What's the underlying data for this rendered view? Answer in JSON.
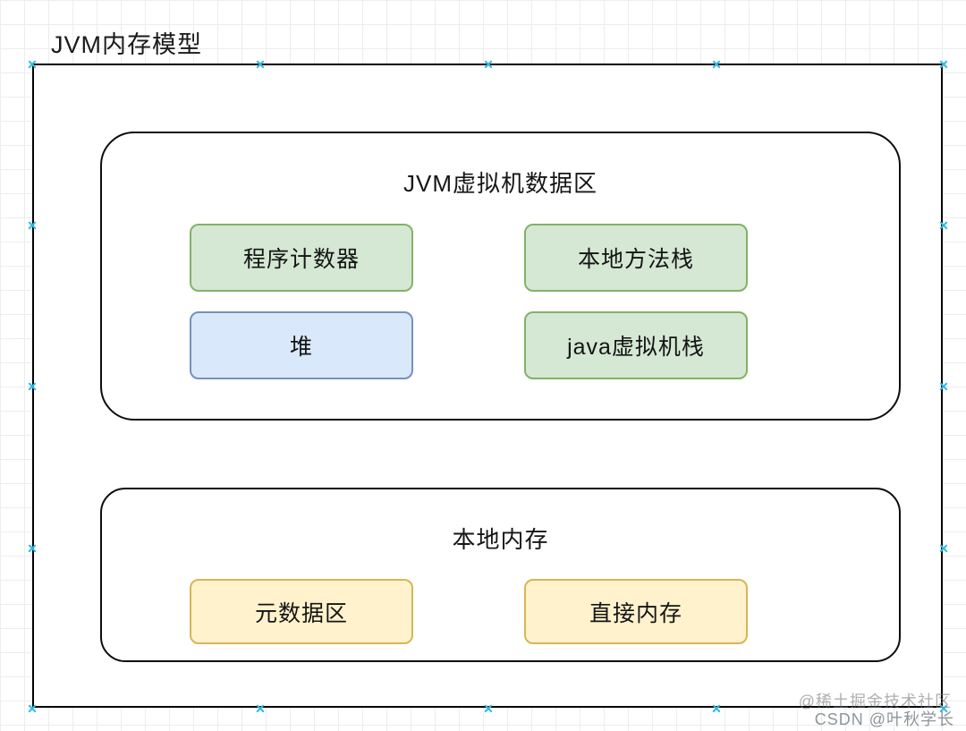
{
  "page_title": "JVM内存模型",
  "diagram": {
    "jvm_data_area": {
      "title": "JVM虚拟机数据区",
      "boxes": [
        {
          "label": "程序计数器",
          "color": "green"
        },
        {
          "label": "本地方法栈",
          "color": "green"
        },
        {
          "label": "堆",
          "color": "blue"
        },
        {
          "label": "java虚拟机栈",
          "color": "green"
        }
      ]
    },
    "native_memory": {
      "title": "本地内存",
      "boxes": [
        {
          "label": "元数据区",
          "color": "yellow"
        },
        {
          "label": "直接内存",
          "color": "yellow"
        }
      ]
    }
  },
  "colors": {
    "green_fill": "#d5e8d4",
    "green_border": "#82b366",
    "blue_fill": "#dae8fc",
    "blue_border": "#7391c0",
    "yellow_fill": "#fff2cc",
    "yellow_border": "#d6b656",
    "shape_outline": "#000000",
    "connection_point": "#2fb9ea"
  },
  "watermarks": {
    "line1": "@稀土掘金技术社区",
    "line2": "CSDN @叶秋学长"
  }
}
